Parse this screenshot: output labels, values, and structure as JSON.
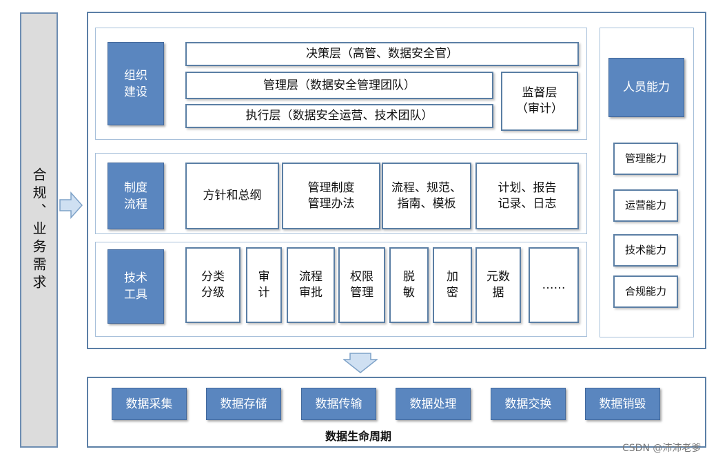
{
  "left_bar": {
    "label": "合规、业务需求"
  },
  "org": {
    "title": "组织\n建设",
    "decision": "决策层（高管、数据安全官）",
    "management": "管理层（数据安全管理团队）",
    "execution": "执行层（数据安全运营、技术团队）",
    "supervision": "监督层\n（审计）"
  },
  "policy": {
    "title": "制度\n流程",
    "items": [
      "方针和总纲",
      "管理制度\n管理办法",
      "流程、规范、\n指南、模板",
      "计划、报告\n记录、日志"
    ]
  },
  "tech": {
    "title": "技术\n工具",
    "items": [
      "分类\n分级",
      "审\n计",
      "流程\n审批",
      "权限\n管理",
      "脱\n敏",
      "加\n密",
      "元数\n据",
      "……"
    ]
  },
  "people": {
    "title": "人员能力",
    "items": [
      "管理能力",
      "运营能力",
      "技术能力",
      "合规能力"
    ]
  },
  "lifecycle": {
    "label": "数据生命周期",
    "stages": [
      "数据采集",
      "数据存储",
      "数据传输",
      "数据处理",
      "数据交换",
      "数据销毁"
    ]
  },
  "watermark": "CSDN @沛沛老爹",
  "colors": {
    "blue_fill": "#5a86bf",
    "border": "#5b7fa6",
    "arrow_fill": "#cfe0f2"
  }
}
